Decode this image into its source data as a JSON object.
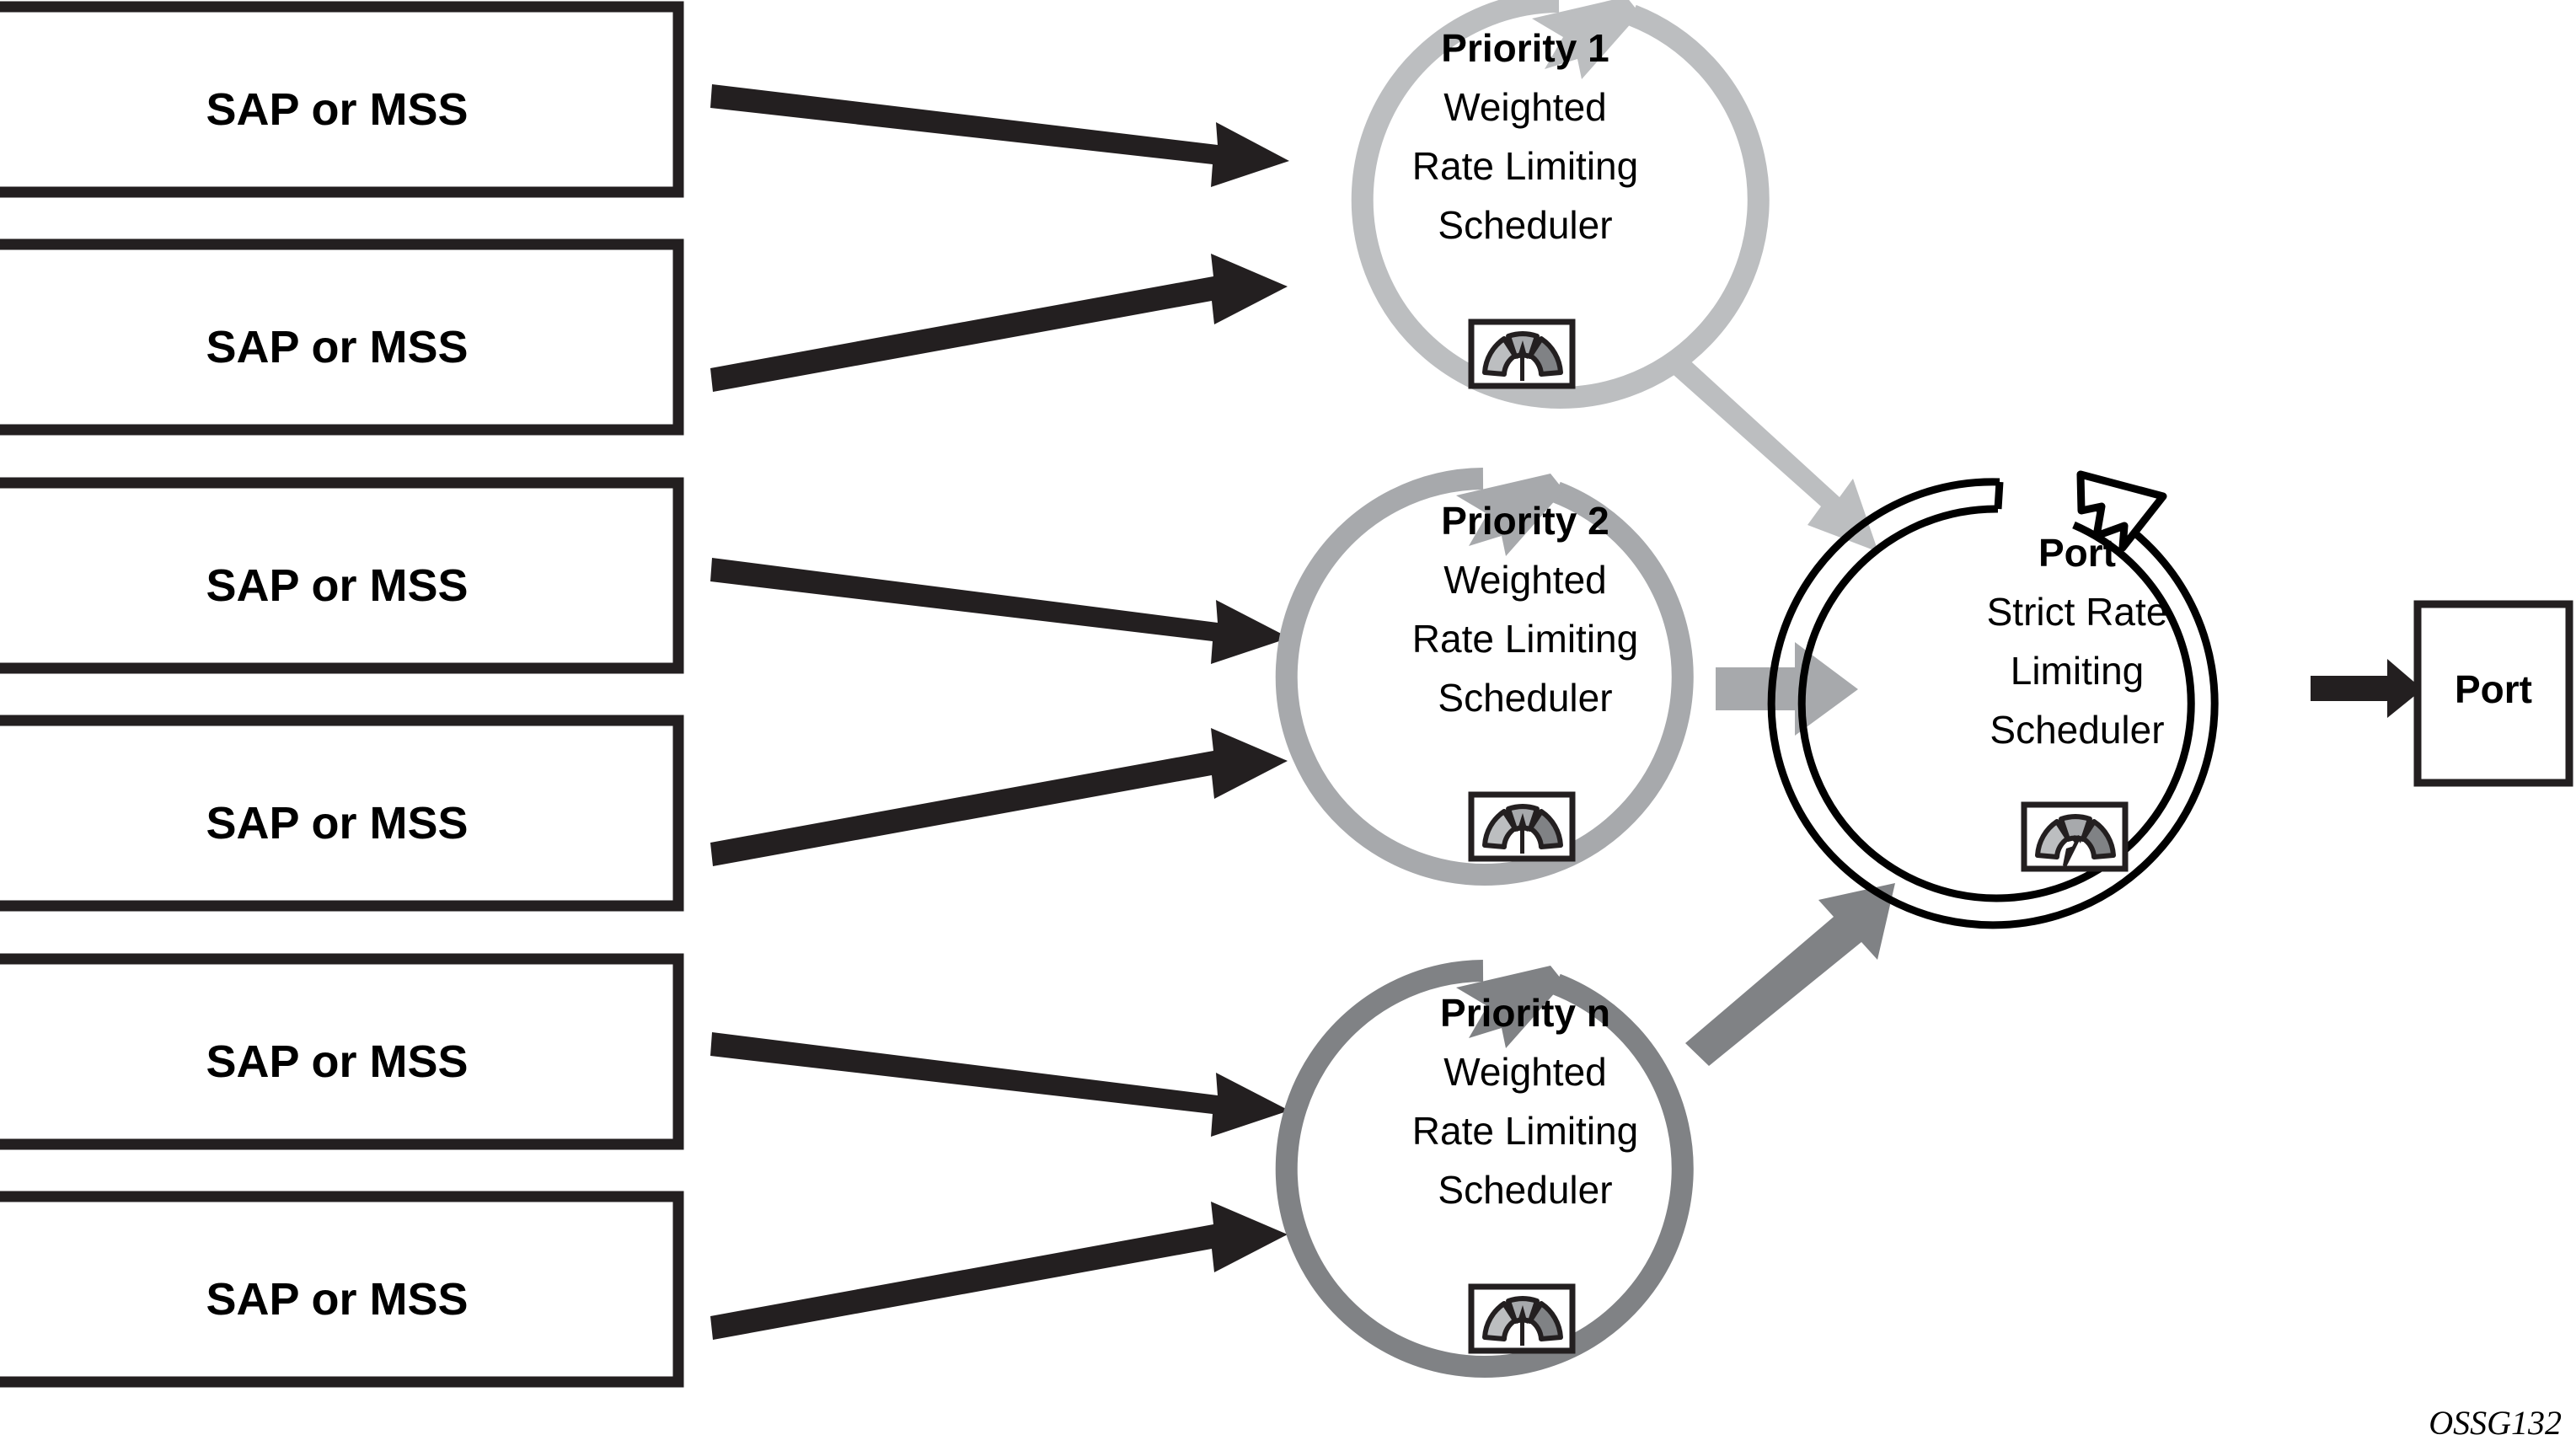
{
  "figure": {
    "id_label": "OSSG132",
    "background": "#ffffff"
  },
  "colors": {
    "black": "#231f20",
    "priority1_gray": "#bcbec0",
    "priority2_gray": "#a7a9ac",
    "priorityn_gray": "#808285",
    "port_outline": "#000000",
    "gauge_light": "#bcbec0",
    "gauge_mid": "#a7a9ac",
    "gauge_dark": "#808285"
  },
  "sources": [
    {
      "label": "SAP or MSS"
    },
    {
      "label": "SAP or MSS"
    },
    {
      "label": "SAP or MSS"
    },
    {
      "label": "SAP or MSS"
    },
    {
      "label": "SAP or MSS"
    },
    {
      "label": "SAP or MSS"
    }
  ],
  "schedulers": [
    {
      "title": "Priority 1",
      "line1": "Weighted",
      "line2": "Rate Limiting",
      "line3": "Scheduler",
      "icon": "rate-meter-icon"
    },
    {
      "title": "Priority 2",
      "line1": "Weighted",
      "line2": "Rate Limiting",
      "line3": "Scheduler",
      "icon": "rate-meter-icon"
    },
    {
      "title": "Priority n",
      "line1": "Weighted",
      "line2": "Rate Limiting",
      "line3": "Scheduler",
      "icon": "rate-meter-icon"
    }
  ],
  "port_scheduler": {
    "title": "Port",
    "line1": "Strict Rate",
    "line2": "Limiting",
    "line3": "Scheduler",
    "icon": "rate-meter-icon"
  },
  "port_box": {
    "label": "Port"
  }
}
